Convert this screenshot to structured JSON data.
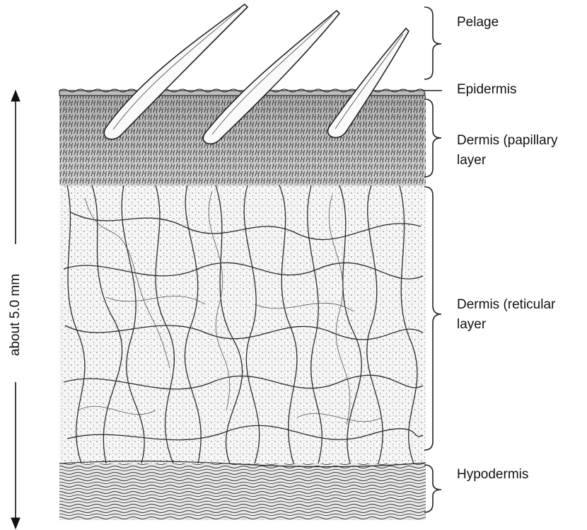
{
  "diagram": {
    "scale": {
      "text": "about 5.0 mm"
    },
    "layers": [
      {
        "id": "pelage",
        "label": "Pelage"
      },
      {
        "id": "epidermis",
        "label": "Epidermis"
      },
      {
        "id": "papillary",
        "label_line1": "Dermis (papillary",
        "label_line2": "layer"
      },
      {
        "id": "reticular",
        "label_line1": "Dermis (reticular",
        "label_line2": "layer"
      },
      {
        "id": "hypodermis",
        "label": "Hypodermis"
      }
    ]
  }
}
